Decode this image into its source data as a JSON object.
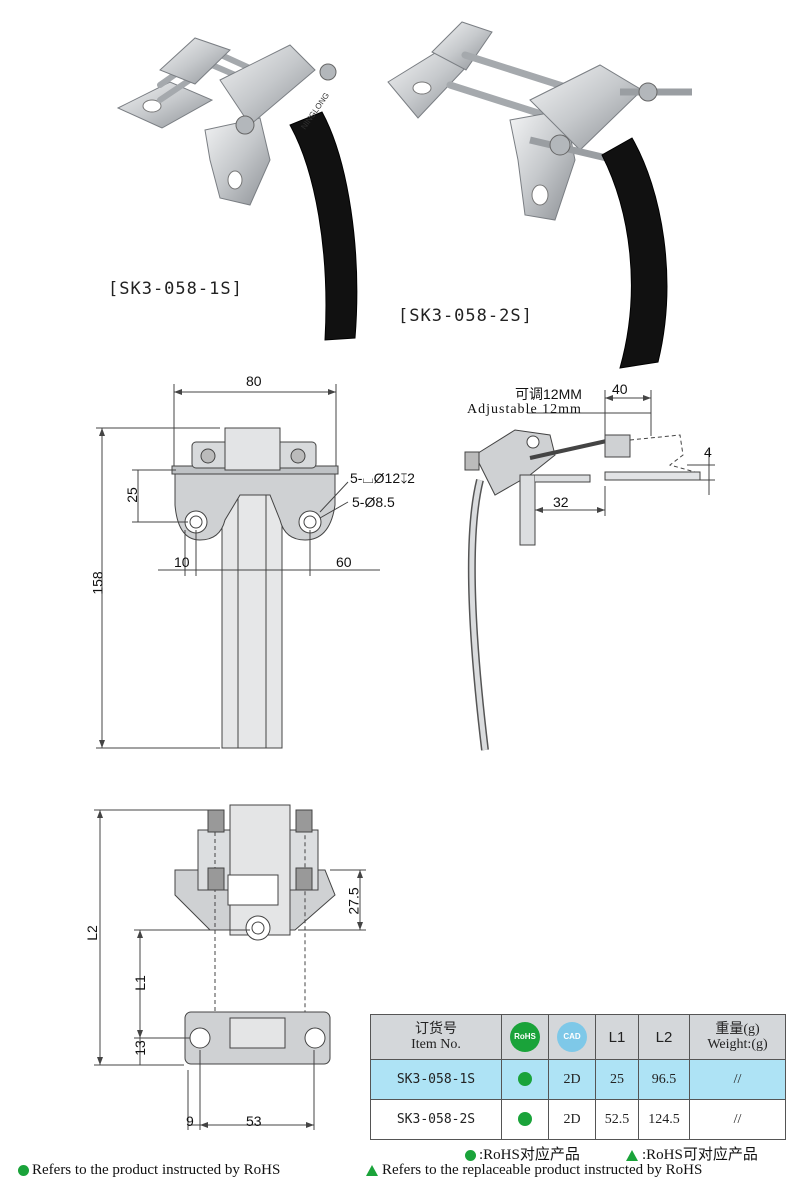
{
  "labels": {
    "model_1": "[SK3-058-1S]",
    "model_2": "[SK3-058-2S]",
    "brand_mark": "NINGLONG"
  },
  "front_view": {
    "width_80": "80",
    "height_158": "158",
    "dim_25": "25",
    "dim_10": "10",
    "dim_60": "60",
    "counterbore": "5-⌴Ø12↧2",
    "holes": "5-Ø8.5"
  },
  "side_view": {
    "adjust_cn": "可调12MM",
    "adjust_en": "Adjustable 12mm",
    "dim_40": "40",
    "dim_4": "4",
    "dim_32": "32"
  },
  "top_view": {
    "dim_L2": "L2",
    "dim_L1": "L1",
    "dim_27_5": "27.5",
    "dim_13": "13",
    "dim_9": "9",
    "dim_53": "53"
  },
  "table": {
    "headers": {
      "item_cn": "订货号",
      "item_en": "Item No.",
      "rohs": "RoHS",
      "cad": "CAD",
      "l1": "L1",
      "l2": "L2",
      "weight_cn": "重量(g)",
      "weight_en": "Weight:(g)"
    },
    "rows": [
      {
        "item": "SK3-058-1S",
        "cad": "2D",
        "l1": "25",
        "l2": "96.5",
        "weight": "//"
      },
      {
        "item": "SK3-058-2S",
        "cad": "2D",
        "l1": "52.5",
        "l2": "124.5",
        "weight": "//"
      }
    ]
  },
  "legend": {
    "rohs_cn": ":RoHS对应产品",
    "rohs_alt_cn": ":RoHS可对应产品",
    "rohs_en": "Refers to the product instructed by RoHS",
    "rohs_alt_en": "Refers to the replaceable product instructed by RoHS"
  },
  "colors": {
    "rohs_green": "#1aa33a",
    "cad_blue": "#7ec8e8",
    "row_highlight": "#aee3f5",
    "header_gray": "#d4d7da",
    "steel": "#c9ccce",
    "rubber": "#111111"
  }
}
